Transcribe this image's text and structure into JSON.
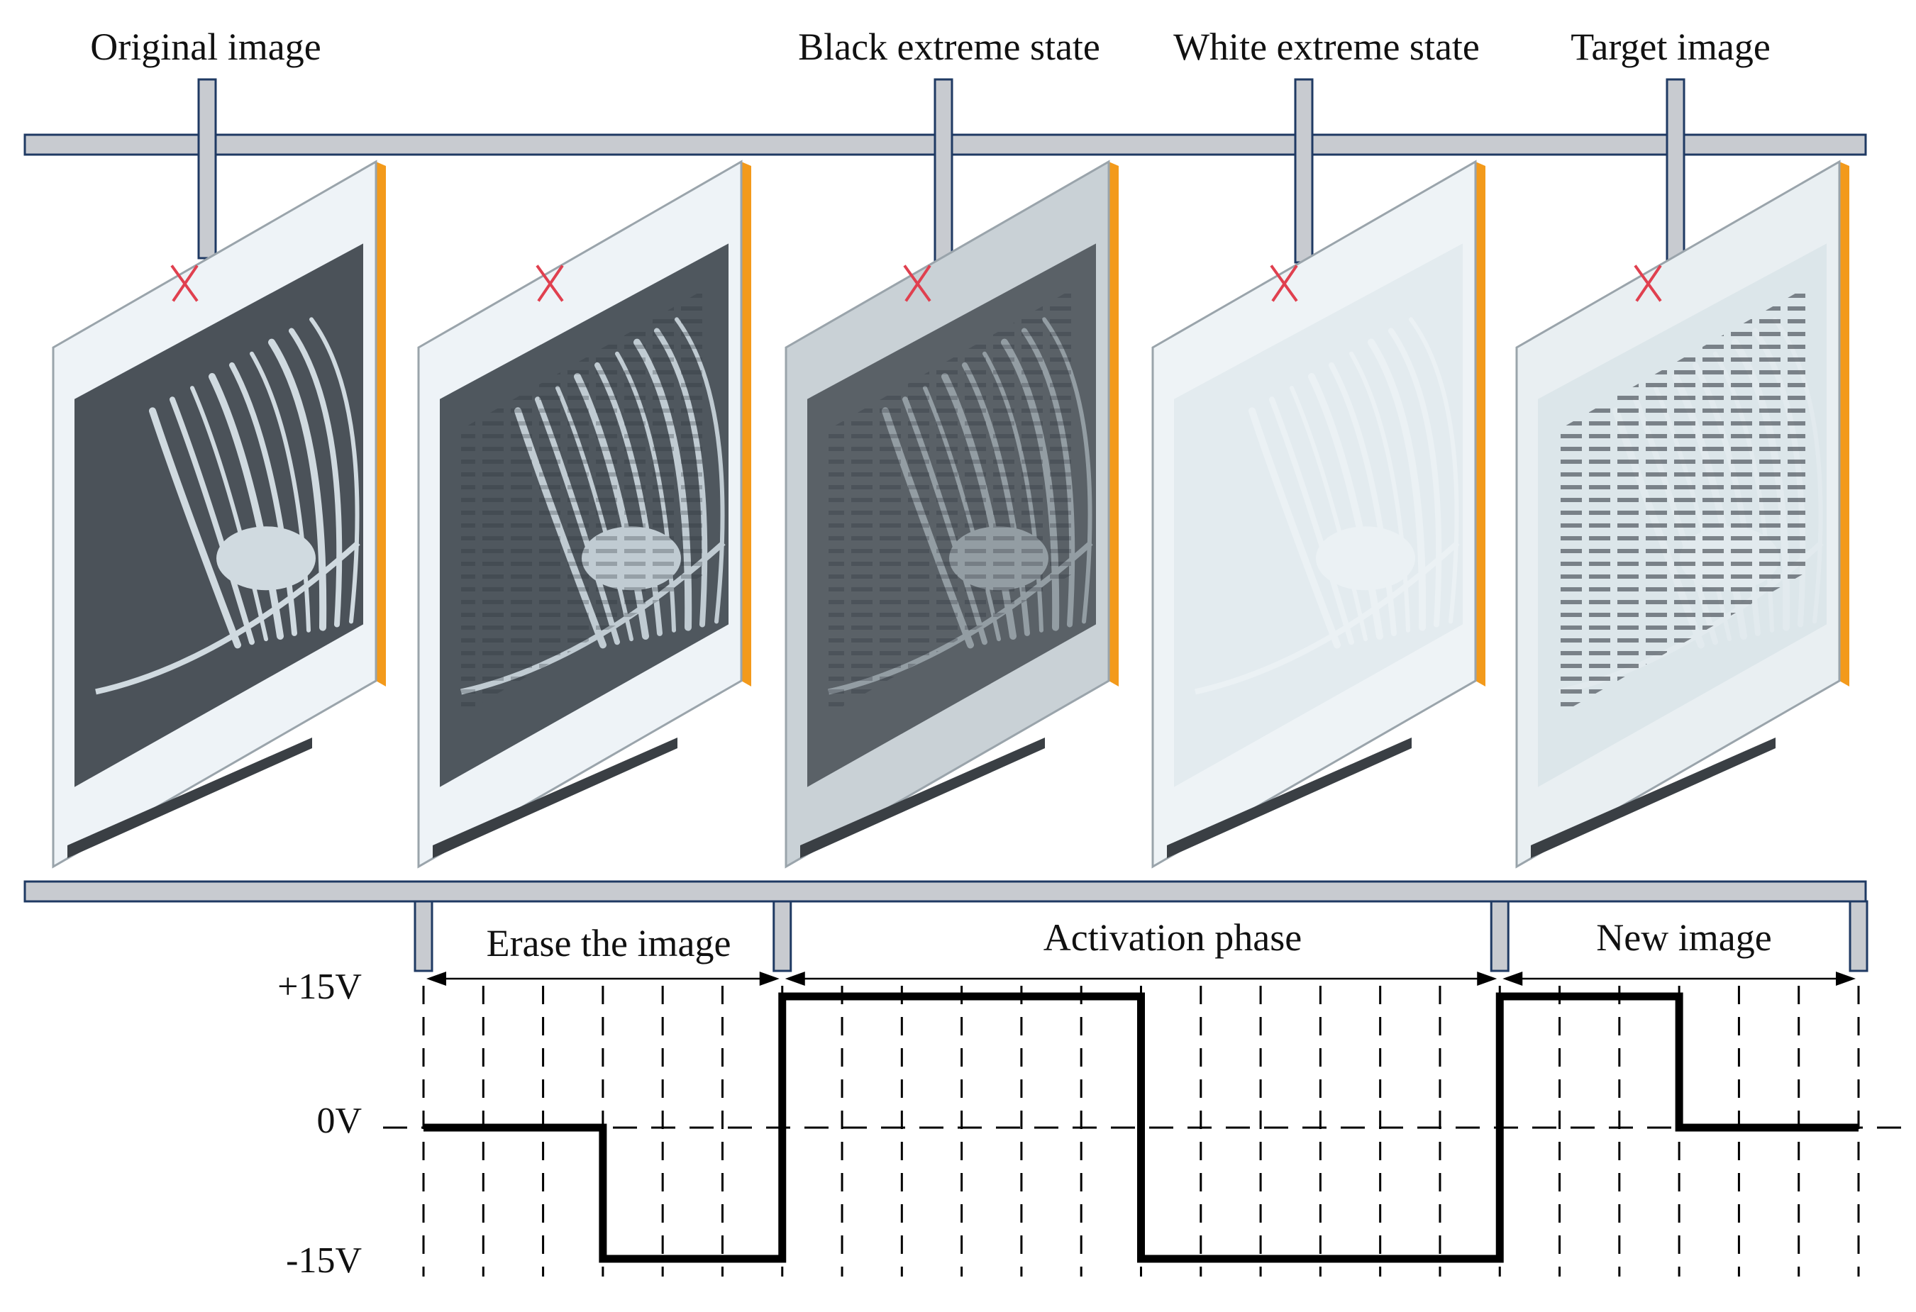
{
  "panels": [
    {
      "label": "Original image",
      "tone": "original"
    },
    {
      "label": "",
      "tone": "erasing"
    },
    {
      "label": "Black extreme state",
      "tone": "black"
    },
    {
      "label": "White extreme state",
      "tone": "white"
    },
    {
      "label": "Target image",
      "tone": "target"
    }
  ],
  "phases": [
    {
      "label": "Erase the image"
    },
    {
      "label": "Activation phase"
    },
    {
      "label": "New image"
    }
  ],
  "voltage_levels": [
    {
      "label": "+15V",
      "value": 15
    },
    {
      "label": "0V",
      "value": 0
    },
    {
      "label": "-15V",
      "value": -15
    }
  ],
  "waveform": {
    "unit": "V",
    "time_slots": 24,
    "segments": [
      {
        "from": 0,
        "to": 3,
        "value": 0
      },
      {
        "from": 3,
        "to": 6,
        "value": -15
      },
      {
        "from": 6,
        "to": 12,
        "value": 15
      },
      {
        "from": 12,
        "to": 18,
        "value": -15
      },
      {
        "from": 18,
        "to": 21,
        "value": 15
      },
      {
        "from": 21,
        "to": 24,
        "value": 0
      }
    ],
    "phase_boundaries": [
      0,
      6,
      18,
      24
    ]
  },
  "colors": {
    "rail": "#c8cbd0",
    "rail_border": "#1f3a63",
    "waveform": "#000000",
    "accent_orange": "#f39a1b",
    "mark_red": "#e0404f"
  }
}
